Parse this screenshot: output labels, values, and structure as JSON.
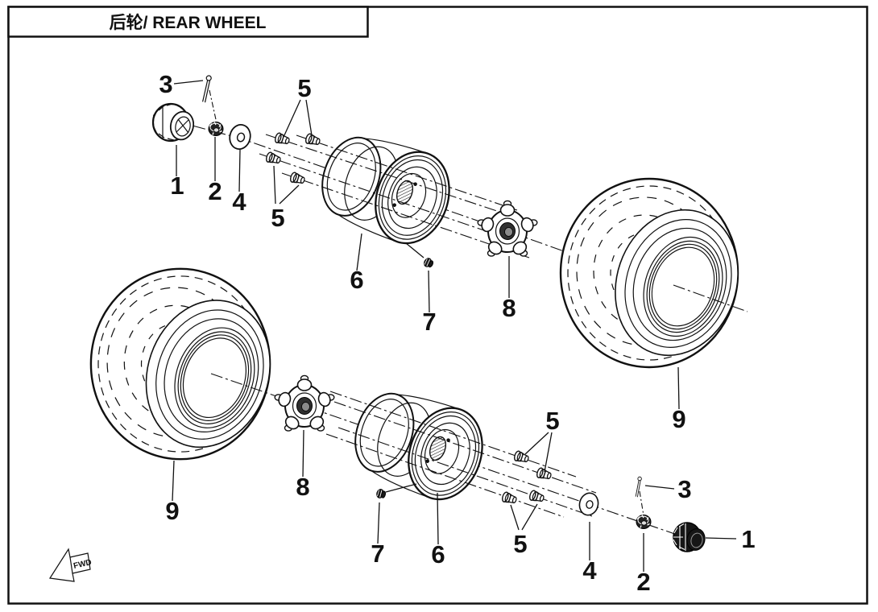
{
  "title_block": {
    "title": "后轮/ REAR WHEEL"
  },
  "direction_marker": {
    "label": "FWD"
  },
  "callouts": {
    "top": {
      "c1": "1",
      "c2": "2",
      "c3": "3",
      "c4": "4",
      "c5a": "5",
      "c5b": "5",
      "c6": "6",
      "c7": "7",
      "c8": "8",
      "c9": "9"
    },
    "bottom": {
      "c1": "1",
      "c2": "2",
      "c3": "3",
      "c4": "4",
      "c5a": "5",
      "c5b": "5",
      "c6": "6",
      "c7": "7",
      "c8": "8",
      "c9": "9"
    }
  }
}
